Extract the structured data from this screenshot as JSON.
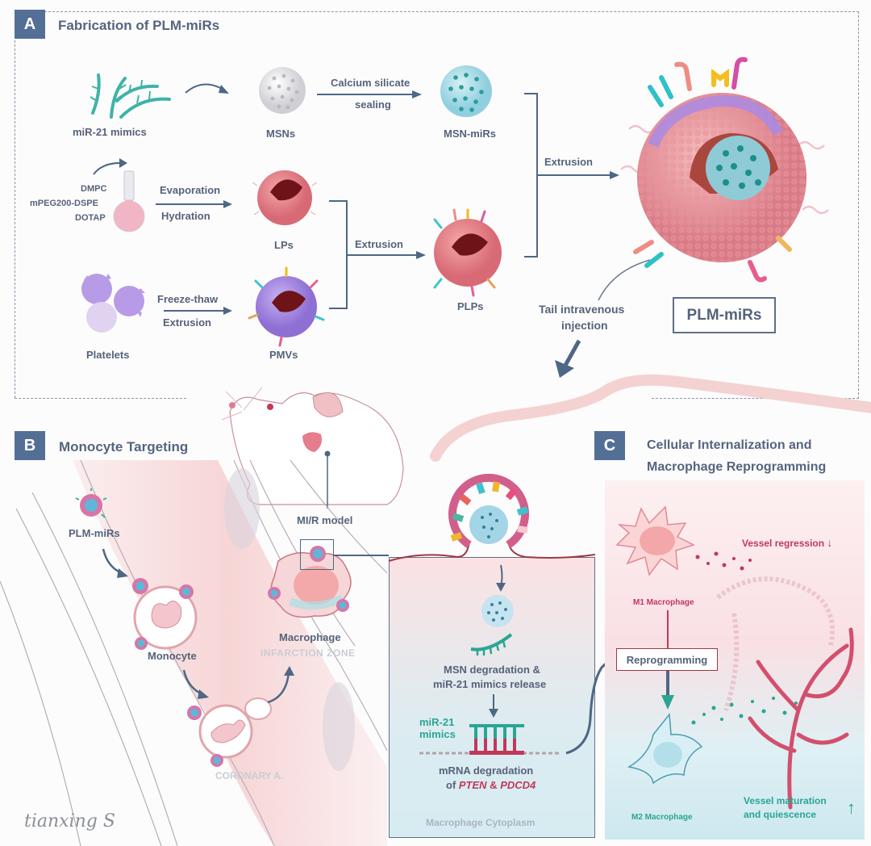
{
  "panel_a": {
    "badge": "A",
    "title": "Fabrication of PLM-miRs",
    "labels": {
      "mir21": "miR-21 mimics",
      "msns": "MSNs",
      "calcium_1": "Calcium silicate",
      "calcium_2": "sealing",
      "msn_mirs": "MSN-miRs",
      "lipid_1": "DMPC",
      "lipid_2": "mPEG200-DSPE",
      "lipid_3": "DOTAP",
      "evaporation": "Evaporation",
      "hydration": "Hydration",
      "lps": "LPs",
      "extrusion_mid": "Extrusion",
      "plps": "PLPs",
      "extrusion_right": "Extrusion",
      "platelets": "Platelets",
      "freeze_thaw": "Freeze-thaw",
      "extrusion_low": "Extrusion",
      "pmvs": "PMVs",
      "injection_1": "Tail intravenous",
      "injection_2": "injection",
      "product": "PLM-miRs"
    }
  },
  "center": {
    "mir_model": "MI/R model"
  },
  "panel_b": {
    "badge": "B",
    "title": "Monocyte Targeting",
    "labels": {
      "plm": "PLM-miRs",
      "monocyte": "Monocyte",
      "macrophage": "Macrophage",
      "infarction": "INFARCTION ZONE",
      "coronary": "CORONARY A.",
      "signature": "tianxing S"
    }
  },
  "cytoplasm": {
    "release_1": "MSN degradation &",
    "release_2": "miR-21 mimics release",
    "mimic_1": "miR-21",
    "mimic_2": "mimics",
    "mrna_1": "mRNA degradation",
    "mrna_2_prefix": "of ",
    "gene_1": "PTEN",
    "amp": " & ",
    "gene_2": "PDCD4",
    "footer": "Macrophage Cytoplasm"
  },
  "panel_c": {
    "badge": "C",
    "title_1": "Cellular Internalization and",
    "title_2": "Macrophage Reprogramming",
    "labels": {
      "m1": "M1 Macrophage",
      "reprogramming": "Reprogramming",
      "m2": "M2 Macrophage",
      "regression": "Vessel regression",
      "maturation_1": "Vessel maturation",
      "maturation_2": "and quiescence"
    }
  },
  "colors": {
    "badge": "#546f96",
    "text": "#55637a",
    "teal": "#2aa594",
    "crimson": "#c2385a",
    "pink": "#e99aa6"
  }
}
